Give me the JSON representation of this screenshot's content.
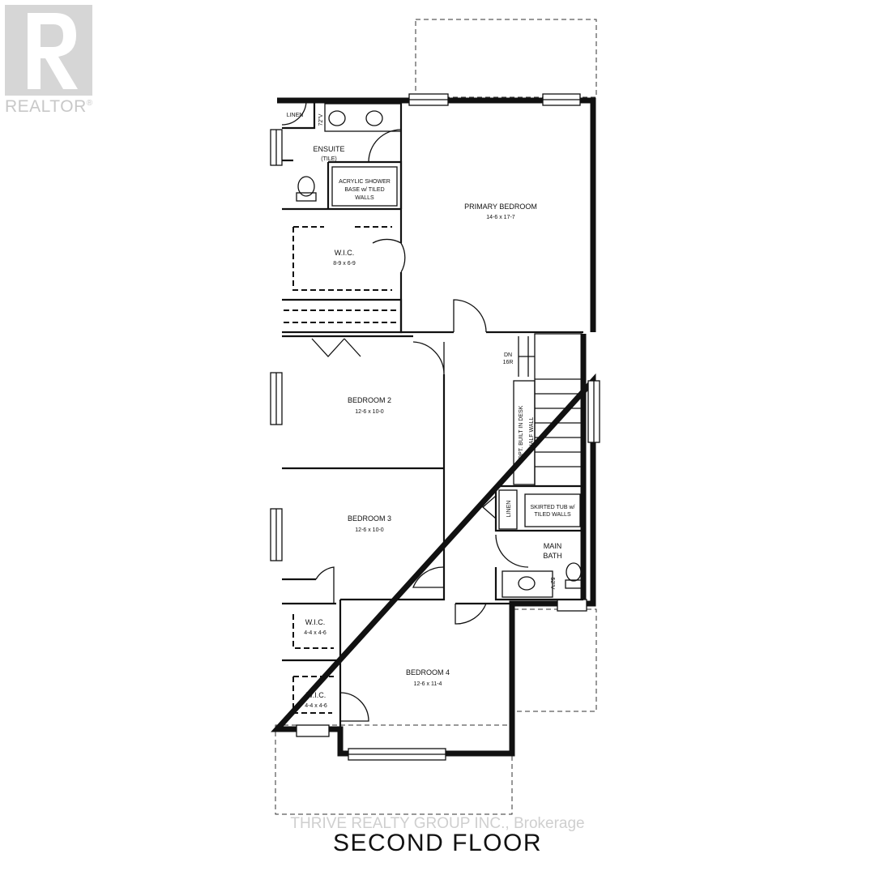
{
  "watermark": {
    "logo_text": "REALTOR",
    "logo_mark": "®",
    "brokerage": "THRIVE REALTY GROUP INC., Brokerage"
  },
  "plan": {
    "title": "SECOND FLOOR",
    "rooms": {
      "primary_bedroom": {
        "name": "PRIMARY BEDROOM",
        "size": "14-6 x 17-7"
      },
      "ensuite": {
        "name": "ENSUITE",
        "note": "(TILE)"
      },
      "shower": {
        "line1": "ACRYLIC SHOWER",
        "line2": "BASE w/ TILED",
        "line3": "WALLS"
      },
      "linen_top": "LINEN",
      "vanity_top": "72\"V",
      "wic_primary": {
        "name": "W.I.C.",
        "size": "8-9 x 6-9"
      },
      "bedroom2": {
        "name": "BEDROOM 2",
        "size": "12-6 x 10-0"
      },
      "bedroom3": {
        "name": "BEDROOM 3",
        "size": "12-6 x 10-0"
      },
      "bedroom4": {
        "name": "BEDROOM 4",
        "size": "12-6 x 11-4"
      },
      "wic_b3": {
        "name": "W.I.C.",
        "size": "4-4 x 4-6"
      },
      "wic_b4": {
        "name": "W.I.C.",
        "size": "4-4 x 4-6"
      },
      "stairs": {
        "line1": "DN",
        "line2": "16R"
      },
      "stair_note1": "OPT. BUILT IN DESK",
      "stair_note2": "HALF WALL",
      "linen_bath": "LINEN",
      "tub": {
        "line1": "SKIRTED TUB w/",
        "line2": "TILED WALLS"
      },
      "main_bath": {
        "line1": "MAIN",
        "line2": "BATH"
      },
      "vanity_bath": "52\"V"
    }
  }
}
